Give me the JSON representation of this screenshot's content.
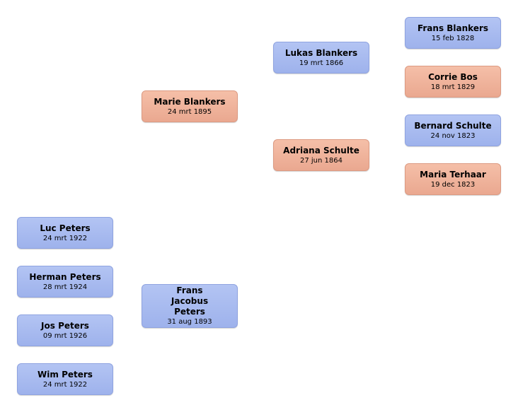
{
  "great_grandparents": [
    {
      "name": "Frans Blankers",
      "date": "15 feb 1828",
      "gender": "male"
    },
    {
      "name": "Corrie Bos",
      "date": "18 mrt 1829",
      "gender": "female"
    },
    {
      "name": "Bernard Schulte",
      "date": "24 nov 1823",
      "gender": "male"
    },
    {
      "name": "Maria Terhaar",
      "date": "19 dec 1823",
      "gender": "female"
    }
  ],
  "grandparents": [
    {
      "name": "Lukas Blankers",
      "date": "19 mrt 1866",
      "gender": "male"
    },
    {
      "name": "Adriana  Schulte",
      "date": "27 jun 1864",
      "gender": "female"
    }
  ],
  "parents": [
    {
      "name": "Marie Blankers",
      "date": "24 mrt 1895",
      "gender": "female"
    },
    {
      "name": "Frans Jacobus Peters",
      "date": "31 aug 1893",
      "gender": "male"
    }
  ],
  "children": [
    {
      "name": "Luc Peters",
      "date": "24 mrt 1922",
      "gender": "male"
    },
    {
      "name": "Herman Peters",
      "date": "28 mrt 1924",
      "gender": "male"
    },
    {
      "name": "Jos Peters",
      "date": "09 mrt 1926",
      "gender": "male"
    },
    {
      "name": "Wim Peters",
      "date": "24 mrt 1922",
      "gender": "male"
    }
  ],
  "colors": {
    "male": "#a6b8ef",
    "female": "#f0b49c"
  }
}
